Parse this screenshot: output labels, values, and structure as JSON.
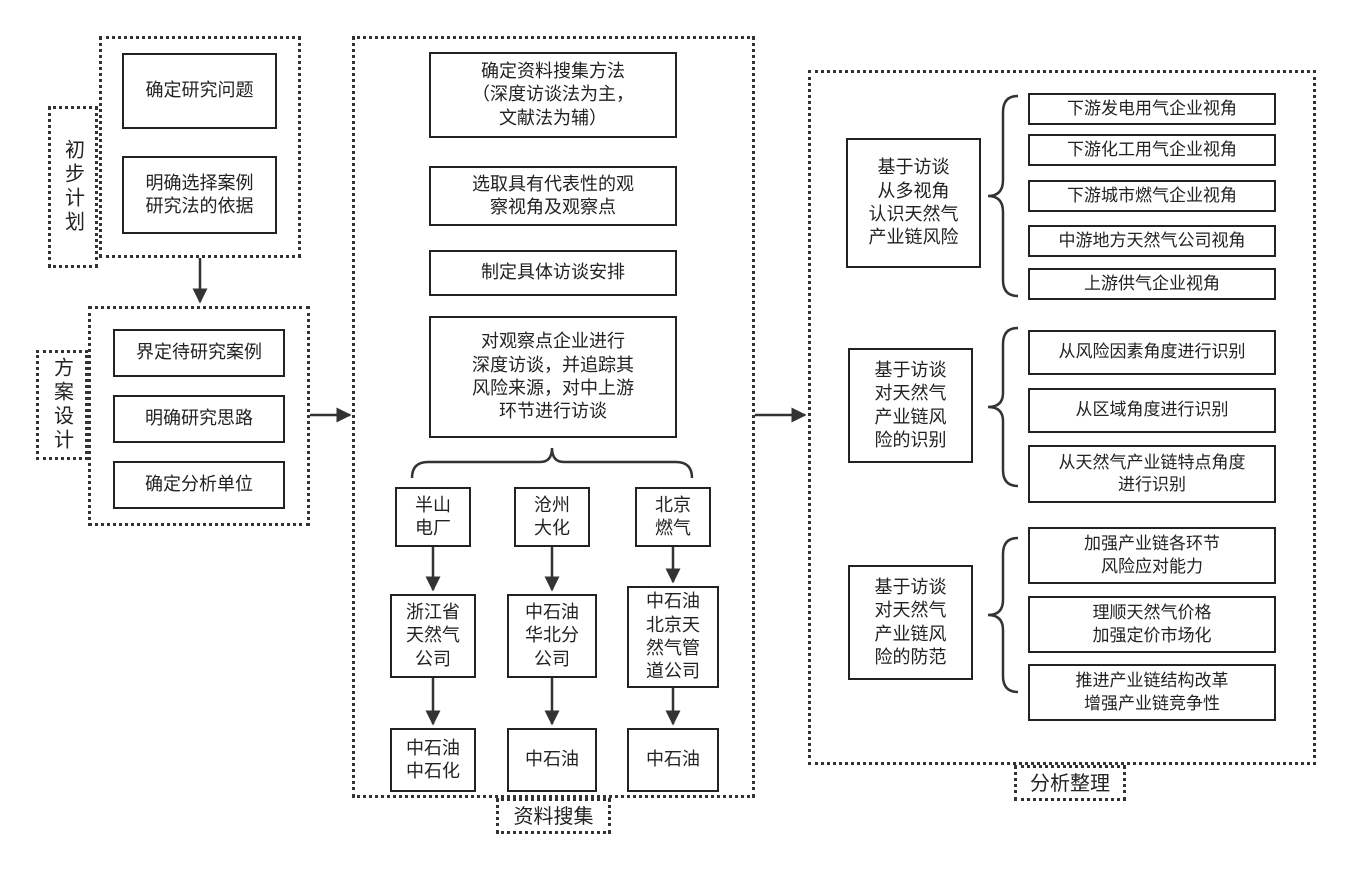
{
  "stages": {
    "preliminary_plan": "初步计划",
    "scheme_design": "方案设计",
    "data_collection": "资料搜集",
    "analysis": "分析整理"
  },
  "plan": {
    "determine_question": "确定研究问题",
    "clarify_basis": "明确选择案例\n研究法的依据"
  },
  "design": {
    "define_cases": "界定待研究案例",
    "clarify_thinking": "明确研究思路",
    "determine_unit": "确定分析单位"
  },
  "collection": {
    "method": "确定资料搜集方法\n（深度访谈法为主，\n文献法为辅）",
    "select_points": "选取具有代表性的观\n察视角及观察点",
    "schedule": "制定具体访谈安排",
    "interview": "对观察点企业进行\n深度访谈，并追踪其\n风险来源，对中上游\n环节进行访谈",
    "chains": [
      {
        "downstream": "半山\n电厂",
        "midstream": "浙江省\n天然气\n公司",
        "upstream": "中石油\n中石化"
      },
      {
        "downstream": "沧州\n大化",
        "midstream": "中石油\n华北分\n公司",
        "upstream": "中石油"
      },
      {
        "downstream": "北京\n燃气",
        "midstream": "中石油\n北京天\n然气管\n道公司",
        "upstream": "中石油"
      }
    ]
  },
  "analysis": {
    "groups": [
      {
        "head": "基于访谈\n从多视角\n认识天然气\n产业链风险",
        "items": [
          "下游发电用气企业视角",
          "下游化工用气企业视角",
          "下游城市燃气企业视角",
          "中游地方天然气公司视角",
          "上游供气企业视角"
        ]
      },
      {
        "head": "基于访谈\n对天然气\n产业链风\n险的识别",
        "items": [
          "从风险因素角度进行识别",
          "从区域角度进行识别",
          "从天然气产业链特点角度\n进行识别"
        ]
      },
      {
        "head": "基于访谈\n对天然气\n产业链风\n险的防范",
        "items": [
          "加强产业链各环节\n风险应对能力",
          "理顺天然气价格\n加强定价市场化",
          "推进产业链结构改革\n增强产业链竞争性"
        ]
      }
    ]
  }
}
